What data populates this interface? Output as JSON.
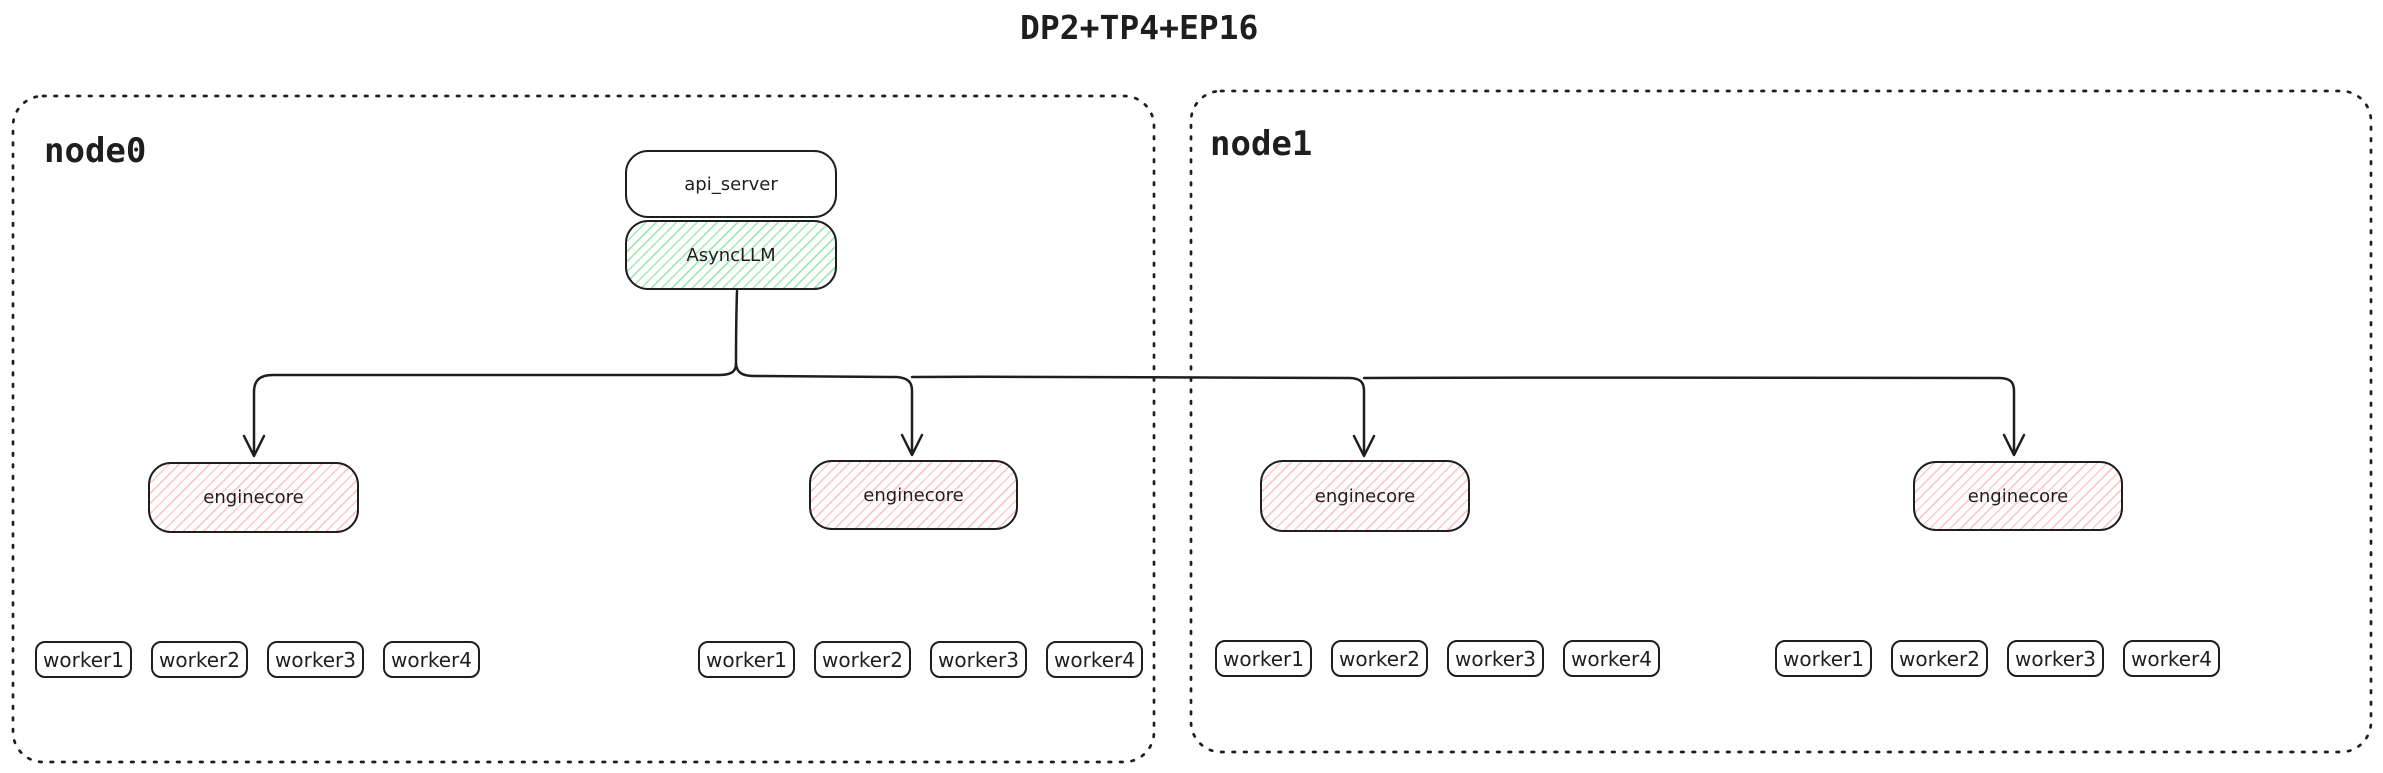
{
  "title": "DP2+TP4+EP16",
  "colors": {
    "stroke": "#1e1e1e",
    "green_hatch": "#a3e9b5",
    "red_hatch": "#ffc9c9"
  },
  "nodes": [
    {
      "label": "node0"
    },
    {
      "label": "node1"
    }
  ],
  "api_server": {
    "label": "api_server"
  },
  "async_llm": {
    "label": "AsyncLLM"
  },
  "engine_cores": [
    {
      "label": "enginecore"
    },
    {
      "label": "enginecore"
    },
    {
      "label": "enginecore"
    },
    {
      "label": "enginecore"
    }
  ],
  "worker_groups": [
    {
      "workers": [
        "worker1",
        "worker2",
        "worker3",
        "worker4"
      ]
    },
    {
      "workers": [
        "worker1",
        "worker2",
        "worker3",
        "worker4"
      ]
    },
    {
      "workers": [
        "worker1",
        "worker2",
        "worker3",
        "worker4"
      ]
    },
    {
      "workers": [
        "worker1",
        "worker2",
        "worker3",
        "worker4"
      ]
    }
  ]
}
